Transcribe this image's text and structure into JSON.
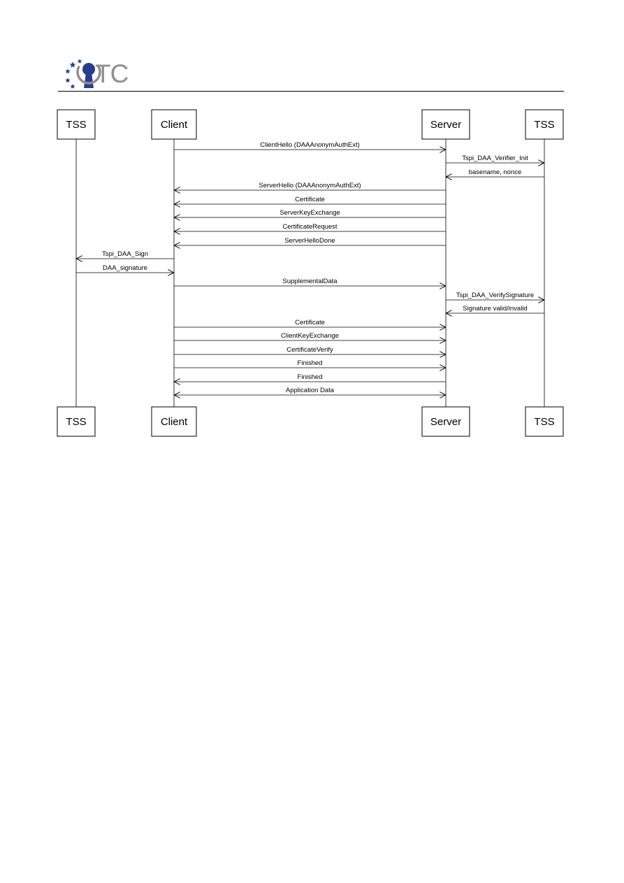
{
  "logo": {
    "text": "TC",
    "icon": "keyhole-stars-logo",
    "colors": {
      "stars": "#2a3c8c",
      "keyhole": "#2a3c8c",
      "text": "#8f8f8f"
    }
  },
  "participants": [
    {
      "id": "tss-left",
      "label": "TSS"
    },
    {
      "id": "client",
      "label": "Client"
    },
    {
      "id": "server",
      "label": "Server"
    },
    {
      "id": "tss-right",
      "label": "TSS"
    }
  ],
  "messages": [
    {
      "label": "ClientHello (DAAAnonymAuthExt)",
      "from": "client",
      "to": "server"
    },
    {
      "label": "Tspi_DAA_Verifier_Init",
      "from": "server",
      "to": "tss-right"
    },
    {
      "label": "basename, nonce",
      "from": "tss-right",
      "to": "server"
    },
    {
      "label": "ServerHello (DAAAnonymAuthExt)",
      "from": "server",
      "to": "client"
    },
    {
      "label": "Certificate",
      "from": "server",
      "to": "client"
    },
    {
      "label": "ServerKeyExchange",
      "from": "server",
      "to": "client"
    },
    {
      "label": "CertificateRequest",
      "from": "server",
      "to": "client"
    },
    {
      "label": "ServerHelloDone",
      "from": "server",
      "to": "client"
    },
    {
      "label": "Tspi_DAA_Sign",
      "from": "client",
      "to": "tss-left"
    },
    {
      "label": "DAA_signature",
      "from": "tss-left",
      "to": "client"
    },
    {
      "label": "SupplementalData",
      "from": "client",
      "to": "server"
    },
    {
      "label": "Tspi_DAA_VerifySignature",
      "from": "server",
      "to": "tss-right"
    },
    {
      "label": "Signature valid/invalid",
      "from": "tss-right",
      "to": "server"
    },
    {
      "label": "Certificate",
      "from": "client",
      "to": "server"
    },
    {
      "label": "ClientKeyExchange",
      "from": "client",
      "to": "server"
    },
    {
      "label": "CertificateVerify",
      "from": "client",
      "to": "server"
    },
    {
      "label": "Finished",
      "from": "client",
      "to": "server"
    },
    {
      "label": "Finished",
      "from": "server",
      "to": "client"
    },
    {
      "label": "Application Data",
      "from": "client",
      "to": "server",
      "bidirectional": true
    }
  ]
}
